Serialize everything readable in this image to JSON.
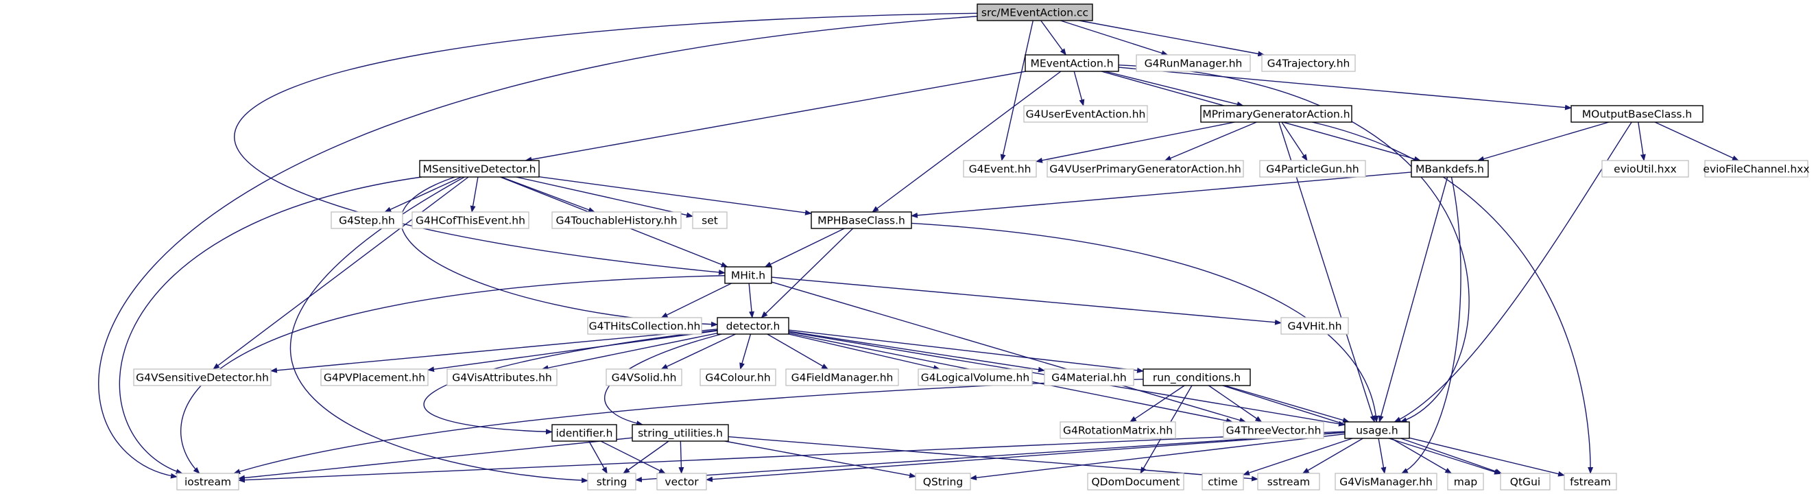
{
  "graph": {
    "title": "src/MEventAction.cc",
    "nodes": [
      {
        "id": "root",
        "label": "src/MEventAction.cc",
        "kind": "root"
      },
      {
        "id": "meventaction_h",
        "label": "MEventAction.h",
        "kind": "doc"
      },
      {
        "id": "g4runmanager",
        "label": "G4RunManager.hh",
        "kind": "ext"
      },
      {
        "id": "g4trajectory",
        "label": "G4Trajectory.hh",
        "kind": "ext"
      },
      {
        "id": "g4usereventaction",
        "label": "G4UserEventAction.hh",
        "kind": "ext"
      },
      {
        "id": "mprimarygen",
        "label": "MPrimaryGeneratorAction.h",
        "kind": "doc"
      },
      {
        "id": "moutputbase",
        "label": "MOutputBaseClass.h",
        "kind": "doc"
      },
      {
        "id": "msensitive",
        "label": "MSensitiveDetector.h",
        "kind": "doc"
      },
      {
        "id": "g4event",
        "label": "G4Event.hh",
        "kind": "ext"
      },
      {
        "id": "g4vuserprimary",
        "label": "G4VUserPrimaryGeneratorAction.hh",
        "kind": "ext"
      },
      {
        "id": "g4particlegun",
        "label": "G4ParticleGun.hh",
        "kind": "ext"
      },
      {
        "id": "mbankdefs",
        "label": "MBankdefs.h",
        "kind": "doc"
      },
      {
        "id": "evioutil",
        "label": "evioUtil.hxx",
        "kind": "ext"
      },
      {
        "id": "eviofile",
        "label": "evioFileChannel.hxx",
        "kind": "ext"
      },
      {
        "id": "g4step",
        "label": "G4Step.hh",
        "kind": "ext"
      },
      {
        "id": "g4hcofthisevent",
        "label": "G4HCofThisEvent.hh",
        "kind": "ext"
      },
      {
        "id": "g4touchable",
        "label": "G4TouchableHistory.hh",
        "kind": "ext"
      },
      {
        "id": "set",
        "label": "set",
        "kind": "ext"
      },
      {
        "id": "mphbase",
        "label": "MPHBaseClass.h",
        "kind": "doc"
      },
      {
        "id": "mhit",
        "label": "MHit.h",
        "kind": "doc"
      },
      {
        "id": "g4thitscollection",
        "label": "G4THitsCollection.hh",
        "kind": "ext"
      },
      {
        "id": "detector",
        "label": "detector.h",
        "kind": "doc"
      },
      {
        "id": "g4vhit",
        "label": "G4VHit.hh",
        "kind": "ext"
      },
      {
        "id": "g4vsensitive",
        "label": "G4VSensitiveDetector.hh",
        "kind": "ext"
      },
      {
        "id": "g4pvplacement",
        "label": "G4PVPlacement.hh",
        "kind": "ext"
      },
      {
        "id": "g4visattributes",
        "label": "G4VisAttributes.hh",
        "kind": "ext"
      },
      {
        "id": "g4vsolid",
        "label": "G4VSolid.hh",
        "kind": "ext"
      },
      {
        "id": "g4colour",
        "label": "G4Colour.hh",
        "kind": "ext"
      },
      {
        "id": "g4fieldmanager",
        "label": "G4FieldManager.hh",
        "kind": "ext"
      },
      {
        "id": "g4logicalvolume",
        "label": "G4LogicalVolume.hh",
        "kind": "ext"
      },
      {
        "id": "g4material",
        "label": "G4Material.hh",
        "kind": "ext"
      },
      {
        "id": "runconditions",
        "label": "run_conditions.h",
        "kind": "doc"
      },
      {
        "id": "g4rotationmatrix",
        "label": "G4RotationMatrix.hh",
        "kind": "ext"
      },
      {
        "id": "g4threevector",
        "label": "G4ThreeVector.hh",
        "kind": "ext"
      },
      {
        "id": "usage",
        "label": "usage.h",
        "kind": "doc"
      },
      {
        "id": "identifier",
        "label": "identifier.h",
        "kind": "doc"
      },
      {
        "id": "stringutil",
        "label": "string_utilities.h",
        "kind": "doc"
      },
      {
        "id": "iostream",
        "label": "iostream",
        "kind": "ext"
      },
      {
        "id": "string",
        "label": "string",
        "kind": "ext"
      },
      {
        "id": "vector",
        "label": "vector",
        "kind": "ext"
      },
      {
        "id": "qstring",
        "label": "QString",
        "kind": "ext"
      },
      {
        "id": "qdomdocument",
        "label": "QDomDocument",
        "kind": "ext"
      },
      {
        "id": "ctime",
        "label": "ctime",
        "kind": "ext"
      },
      {
        "id": "sstream",
        "label": "sstream",
        "kind": "ext"
      },
      {
        "id": "g4vismanager",
        "label": "G4VisManager.hh",
        "kind": "ext"
      },
      {
        "id": "map",
        "label": "map",
        "kind": "ext"
      },
      {
        "id": "qtgui",
        "label": "QtGui",
        "kind": "ext"
      },
      {
        "id": "fstream",
        "label": "fstream",
        "kind": "ext"
      }
    ],
    "edges": [
      [
        "root",
        "meventaction_h"
      ],
      [
        "root",
        "g4runmanager"
      ],
      [
        "root",
        "g4trajectory"
      ],
      [
        "root",
        "g4event"
      ],
      [
        "root",
        "mhit"
      ],
      [
        "root",
        "iostream"
      ],
      [
        "meventaction_h",
        "g4usereventaction"
      ],
      [
        "meventaction_h",
        "mprimarygen"
      ],
      [
        "meventaction_h",
        "moutputbase"
      ],
      [
        "meventaction_h",
        "msensitive"
      ],
      [
        "meventaction_h",
        "mphbase"
      ],
      [
        "meventaction_h",
        "mbankdefs"
      ],
      [
        "meventaction_h",
        "usage"
      ],
      [
        "mprimarygen",
        "g4event"
      ],
      [
        "mprimarygen",
        "g4vuserprimary"
      ],
      [
        "mprimarygen",
        "g4particlegun"
      ],
      [
        "mprimarygen",
        "usage"
      ],
      [
        "mprimarygen",
        "fstream"
      ],
      [
        "moutputbase",
        "mbankdefs"
      ],
      [
        "moutputbase",
        "evioutil"
      ],
      [
        "moutputbase",
        "eviofile"
      ],
      [
        "moutputbase",
        "usage"
      ],
      [
        "mbankdefs",
        "mphbase"
      ],
      [
        "mbankdefs",
        "usage"
      ],
      [
        "mbankdefs",
        "g4vismanager"
      ],
      [
        "msensitive",
        "g4step"
      ],
      [
        "msensitive",
        "g4hcofthisevent"
      ],
      [
        "msensitive",
        "g4touchable"
      ],
      [
        "msensitive",
        "set"
      ],
      [
        "msensitive",
        "mphbase"
      ],
      [
        "msensitive",
        "mhit"
      ],
      [
        "msensitive",
        "detector"
      ],
      [
        "msensitive",
        "g4vsensitive"
      ],
      [
        "msensitive",
        "iostream"
      ],
      [
        "msensitive",
        "string"
      ],
      [
        "mphbase",
        "mhit"
      ],
      [
        "mphbase",
        "detector"
      ],
      [
        "mphbase",
        "usage"
      ],
      [
        "mhit",
        "g4thitscollection"
      ],
      [
        "mhit",
        "detector"
      ],
      [
        "mhit",
        "g4vhit"
      ],
      [
        "mhit",
        "g4threevector"
      ],
      [
        "mhit",
        "iostream"
      ],
      [
        "detector",
        "g4vsensitive"
      ],
      [
        "detector",
        "g4pvplacement"
      ],
      [
        "detector",
        "g4visattributes"
      ],
      [
        "detector",
        "g4vsolid"
      ],
      [
        "detector",
        "g4colour"
      ],
      [
        "detector",
        "g4fieldmanager"
      ],
      [
        "detector",
        "g4logicalvolume"
      ],
      [
        "detector",
        "g4material"
      ],
      [
        "detector",
        "runconditions"
      ],
      [
        "detector",
        "g4threevector"
      ],
      [
        "detector",
        "usage"
      ],
      [
        "detector",
        "identifier"
      ],
      [
        "detector",
        "stringutil"
      ],
      [
        "runconditions",
        "g4rotationmatrix"
      ],
      [
        "runconditions",
        "g4threevector"
      ],
      [
        "runconditions",
        "usage"
      ],
      [
        "runconditions",
        "qdomdocument"
      ],
      [
        "runconditions",
        "qtgui"
      ],
      [
        "runconditions",
        "iostream"
      ],
      [
        "identifier",
        "string"
      ],
      [
        "identifier",
        "vector"
      ],
      [
        "stringutil",
        "string"
      ],
      [
        "stringutil",
        "vector"
      ],
      [
        "stringutil",
        "qstring"
      ],
      [
        "stringutil",
        "iostream"
      ],
      [
        "stringutil",
        "sstream"
      ],
      [
        "usage",
        "iostream"
      ],
      [
        "usage",
        "string"
      ],
      [
        "usage",
        "vector"
      ],
      [
        "usage",
        "qstring"
      ],
      [
        "usage",
        "ctime"
      ],
      [
        "usage",
        "sstream"
      ],
      [
        "usage",
        "g4vismanager"
      ],
      [
        "usage",
        "map"
      ],
      [
        "usage",
        "qtgui"
      ],
      [
        "usage",
        "fstream"
      ]
    ]
  }
}
